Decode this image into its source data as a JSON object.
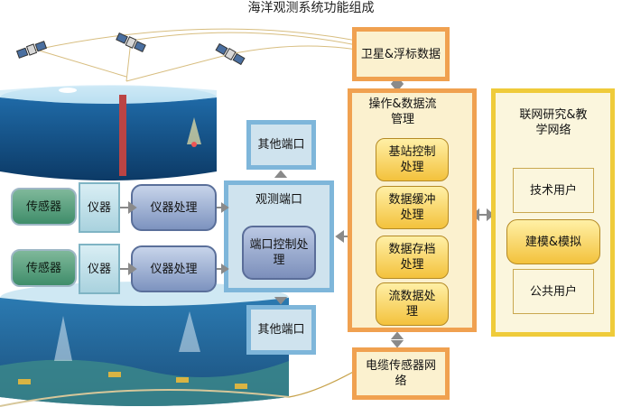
{
  "title": "海洋观测系统功能组成",
  "left": {
    "sensor1": "传感器",
    "instrument1": "仪器",
    "proc1": "仪器处理",
    "sensor2": "传感器",
    "instrument2": "仪器",
    "proc2": "仪器处理"
  },
  "middle": {
    "other_top": "其他端口",
    "observe": "观测端口",
    "port_ctl": "端口控制处理",
    "other_bottom": "其他端口"
  },
  "center": {
    "satellite": "卫星&浮标数据",
    "ops": "操作&数据流管理",
    "base": "基站控制处理",
    "buffer": "数据缓冲处理",
    "archive": "数据存档处理",
    "stream": "流数据处理",
    "cable": "电缆传感器网络"
  },
  "right": {
    "network": "联网研究&教学网络",
    "tech": "技术用户",
    "model": "建模&模拟",
    "public": "公共用户"
  },
  "colors": {
    "orange": "#f0a150",
    "blue_border": "#7eb6da",
    "yellow_border": "#efcb3a"
  }
}
